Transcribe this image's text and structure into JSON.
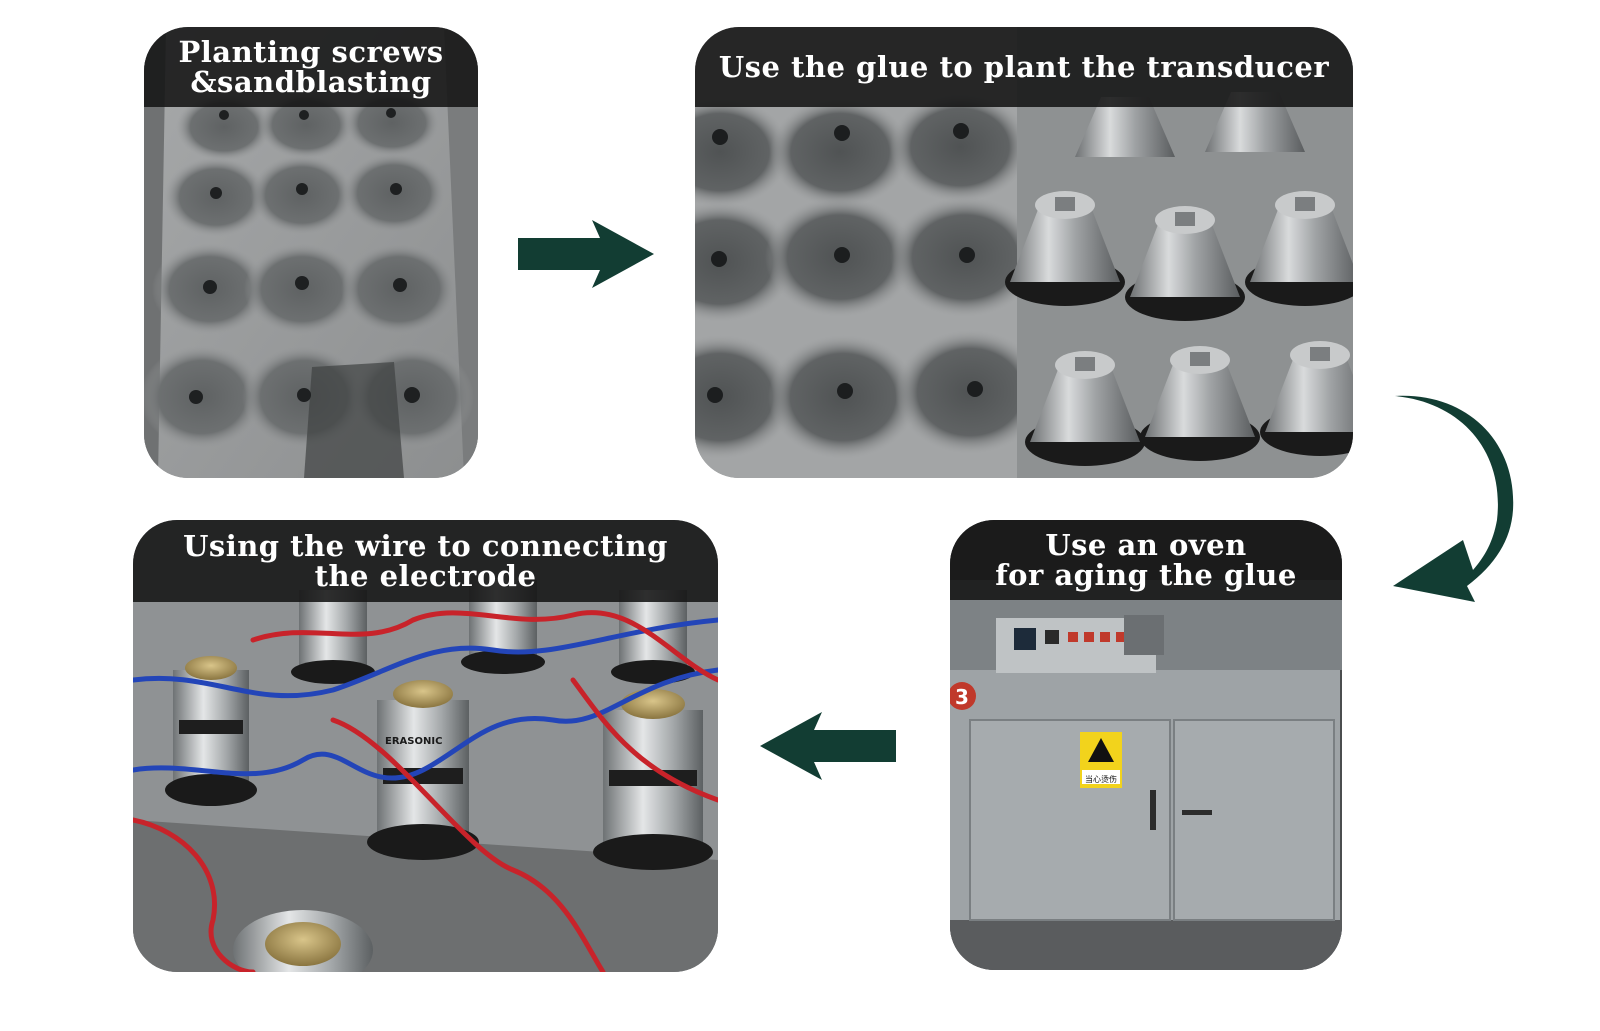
{
  "accent_color": "#123d33",
  "steps": [
    {
      "lines": [
        "Planting screws",
        "&sandblasting"
      ]
    },
    {
      "lines": [
        "Use the glue to plant the transducer"
      ]
    },
    {
      "lines": [
        "Use an oven",
        "for aging the glue"
      ]
    },
    {
      "lines": [
        "Using the wire to connecting",
        "the electrode"
      ]
    }
  ],
  "photo_labels": {
    "oven_number": "3",
    "oven_warning": "当心烫伤",
    "transducer_brand": "ERASONIC"
  }
}
